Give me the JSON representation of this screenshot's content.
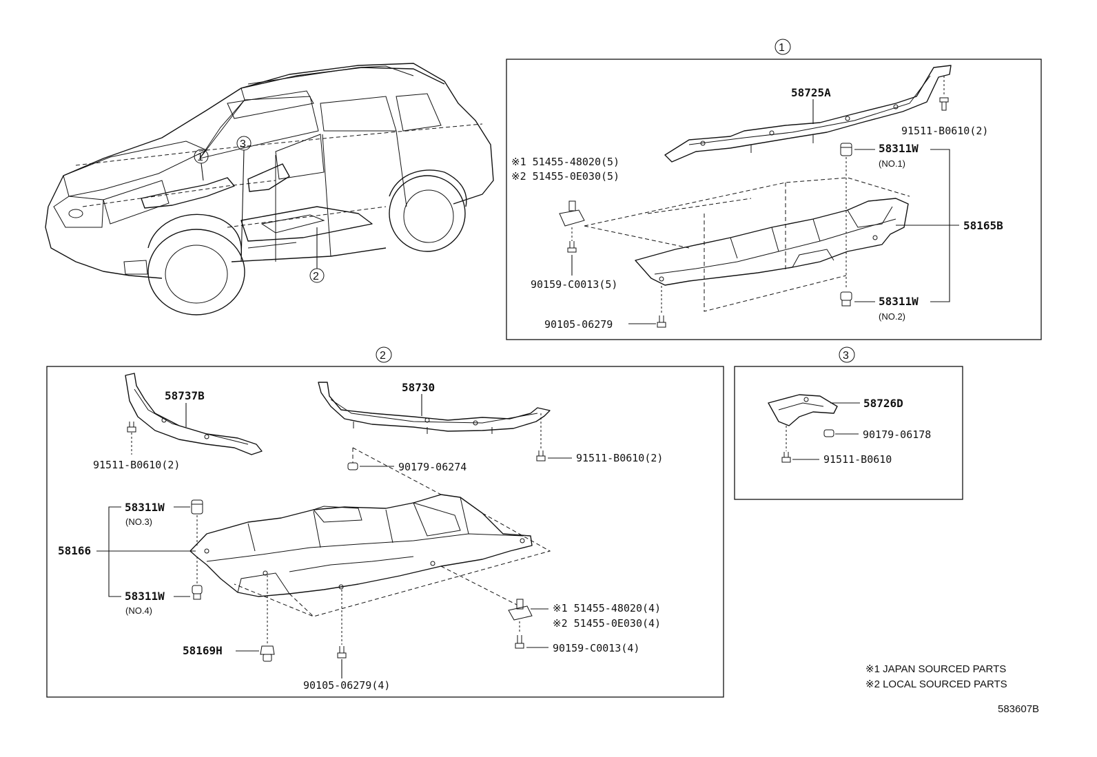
{
  "callouts": {
    "c1": "①",
    "c2": "②",
    "c3": "③"
  },
  "group1": {
    "header": "①",
    "parts": {
      "p58725A": "58725A",
      "p91511_2": "91511-B0610(2)",
      "p58311W_1": "58311W",
      "no1": "(NO.1)",
      "n1_51455": "※1 51455-48020(5)",
      "n2_51455": "※2 51455-0E030(5)",
      "p58165B": "58165B",
      "p90159": "90159-C0013(5)",
      "p58311W_2": "58311W",
      "no2": "(NO.2)",
      "p90105": "90105-06279"
    }
  },
  "group2": {
    "header": "②",
    "parts": {
      "p58737B": "58737B",
      "p91511_a": "91511-B0610(2)",
      "p58730": "58730",
      "p90179": "90179-06274",
      "p91511_b": "91511-B0610(2)",
      "p58311W_3": "58311W",
      "no3": "(NO.3)",
      "p58166": "58166",
      "p58311W_4": "58311W",
      "no4": "(NO.4)",
      "n1_51455": "※1 51455-48020(4)",
      "n2_51455": "※2 51455-0E030(4)",
      "p90159": "90159-C0013(4)",
      "p58169H": "58169H",
      "p90105": "90105-06279(4)"
    }
  },
  "group3": {
    "header": "③",
    "parts": {
      "p58726D": "58726D",
      "p90179": "90179-06178",
      "p91511": "91511-B0610"
    }
  },
  "notes": {
    "n1": "※1 JAPAN SOURCED PARTS",
    "n2": "※2 LOCAL SOURCED PARTS"
  },
  "diagram_id": "583607B"
}
